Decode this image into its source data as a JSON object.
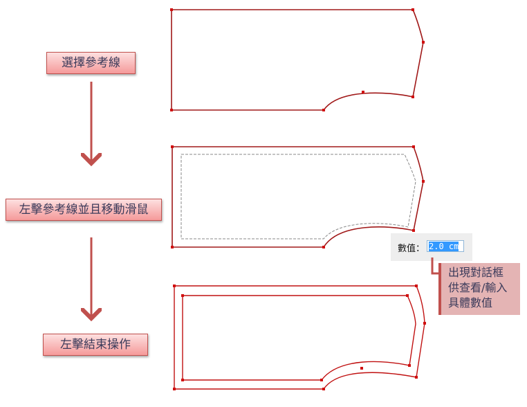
{
  "steps": [
    {
      "label": "選擇參考線"
    },
    {
      "label": "左擊參考線並且移動滑鼠"
    },
    {
      "label": "左擊結束操作"
    }
  ],
  "dialog": {
    "label": "數值：",
    "value": "2.0 cm"
  },
  "callout": {
    "lines": [
      "出現對話框",
      "供查看/輸入",
      "具體數值"
    ]
  },
  "colors": {
    "line": "#b01010",
    "accent": "#c0504d",
    "dashed": "#888888"
  }
}
